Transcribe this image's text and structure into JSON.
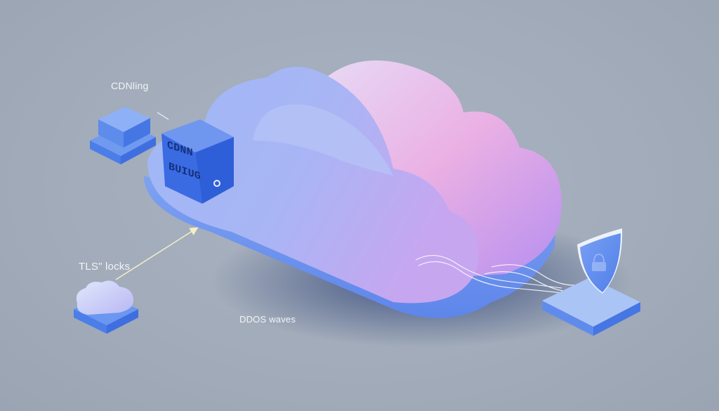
{
  "diagram": {
    "title": "Cloud security illustration",
    "labels": {
      "cdn": "CDNling",
      "tls": "TLS\" locks",
      "ddos": "DDOS waves",
      "cube_line1": "CDNN",
      "cube_line2": "BUIUG"
    },
    "nodes": [
      {
        "id": "cdn-node",
        "kind": "isometric-box",
        "label": "CDNling"
      },
      {
        "id": "main-cloud",
        "kind": "3d-cloud"
      },
      {
        "id": "cdn-cube",
        "kind": "cube",
        "text": [
          "CDNN",
          "BUIUG"
        ],
        "icon": "lock-icon"
      },
      {
        "id": "tls-cloud-node",
        "kind": "small-cloud-on-base",
        "label": "TLS\" locks"
      },
      {
        "id": "shield-node",
        "kind": "shield-on-base",
        "icon": "lock-icon"
      }
    ],
    "edges": [
      {
        "from": "cdn-node",
        "to": "main-cloud",
        "style": "arrow"
      },
      {
        "from": "tls-cloud-node",
        "to": "main-cloud",
        "style": "arrow",
        "color": "#f3f0c8"
      },
      {
        "from": "main-cloud",
        "to": "shield-node",
        "style": "waves",
        "label": "DDOS waves"
      }
    ],
    "colors": {
      "background": "#a3adbb",
      "cloud_blue": "#8fb0f5",
      "cloud_pink": "#e9a7e2",
      "cloud_purple": "#b58ef0",
      "box_blue": "#4f86ee",
      "cube_blue": "#2f63dc",
      "label_text": "#f2f4f8",
      "shadow": "#3b4f7a"
    }
  }
}
